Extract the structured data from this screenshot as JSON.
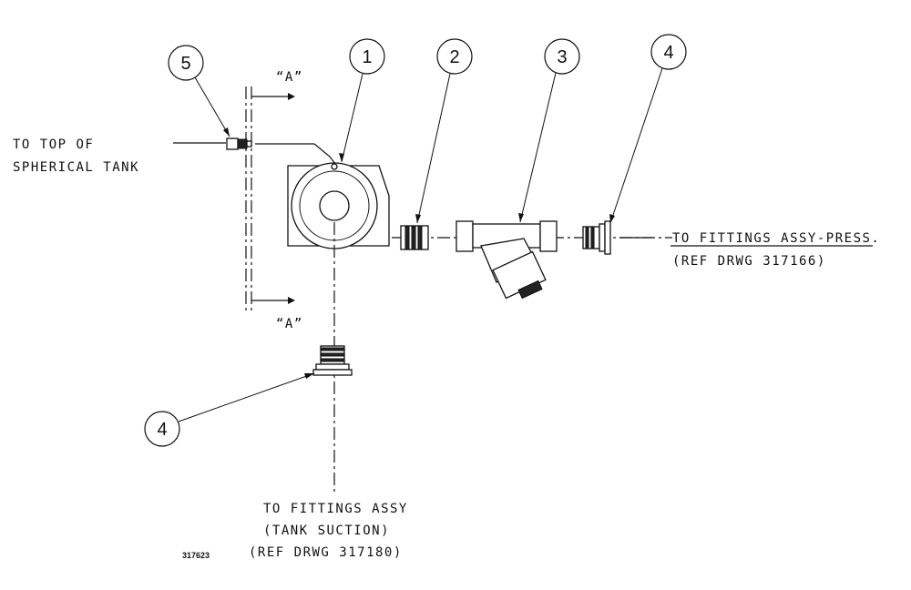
{
  "callouts": [
    "5",
    "1",
    "2",
    "3",
    "4",
    "4"
  ],
  "section_marks": [
    "“A”",
    "“A”"
  ],
  "labels": {
    "to_top_line1": "TO TOP OF",
    "to_top_line2": "SPHERICAL TANK",
    "press_line1": "TO FITTINGS ASSY-PRESS.",
    "press_line2": "(REF DRWG 317166)",
    "suction_line1": "TO FITTINGS ASSY",
    "suction_line2": "(TANK SUCTION)",
    "suction_line3": "(REF DRWG 317180)"
  },
  "figure_id": "317623"
}
